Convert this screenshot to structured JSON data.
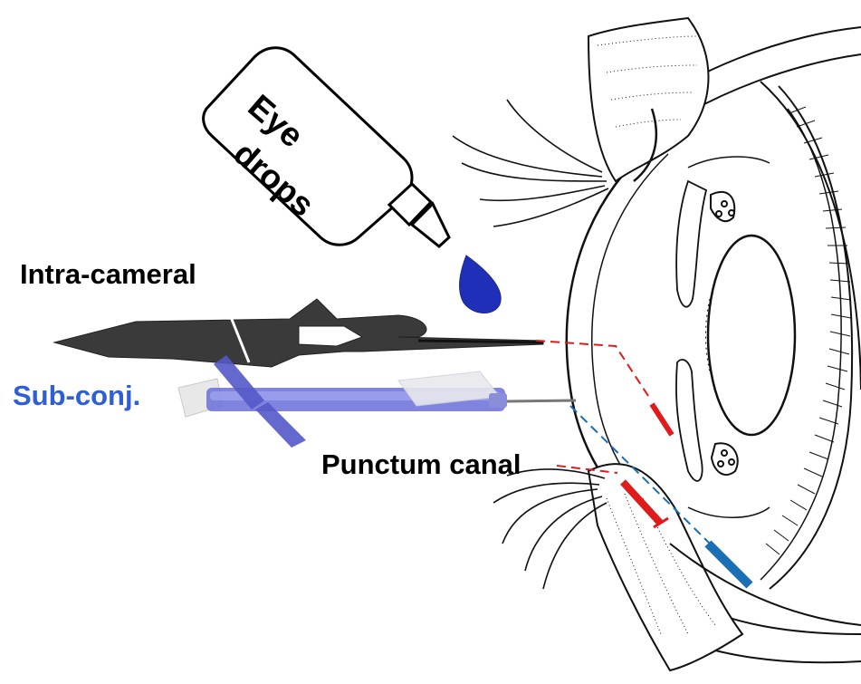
{
  "labels": {
    "eye_drops_line1": "Eye",
    "eye_drops_line2": "drops",
    "intracameral": "Intra-cameral",
    "subconj": "Sub-conj.",
    "punctum": "Punctum canal"
  },
  "colors": {
    "red": "#e01b1b",
    "blue": "#1a6fb5",
    "label_blue": "#2f5fd8",
    "drop": "#1f2fb8",
    "syringe": "#6b6fd8",
    "ink": "#111111"
  }
}
